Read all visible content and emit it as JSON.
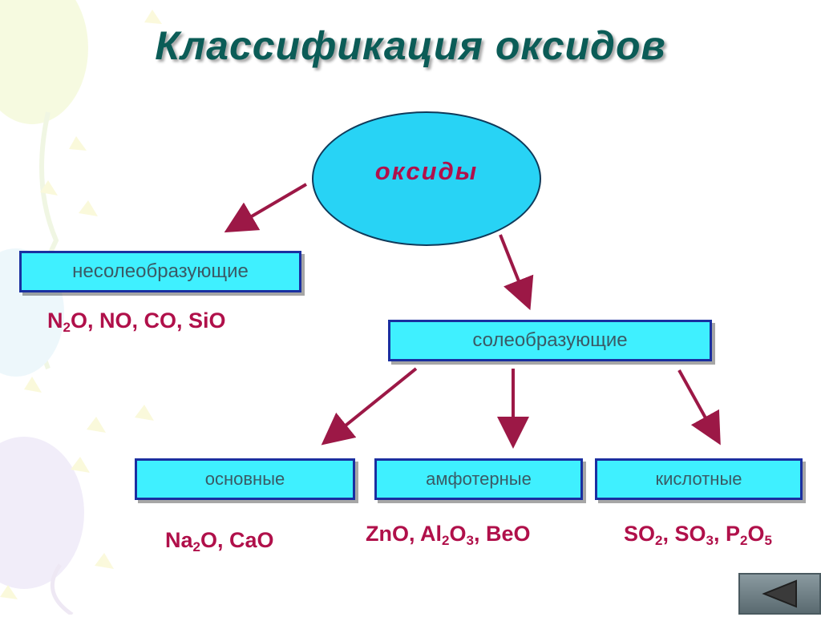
{
  "title": "Классификация оксидов",
  "root": {
    "label": "оксиды"
  },
  "left_branch": {
    "label": "несолеобразующие",
    "formula": [
      "N",
      "2",
      "O, NO, CO, SiO"
    ]
  },
  "right_branch": {
    "label": "солеобразующие"
  },
  "children": [
    {
      "label": "основные",
      "formula": [
        "Na",
        "2",
        "O, CaO"
      ]
    },
    {
      "label": "амфотерные",
      "formula": [
        "ZnO, Al",
        "2",
        "O",
        "3",
        ", BeO"
      ]
    },
    {
      "label": "кислотные",
      "formula": [
        "SO",
        "2",
        ", SO",
        "3",
        ", P",
        "2",
        "O",
        "5"
      ]
    }
  ],
  "colors": {
    "title": "#0b5c57",
    "ellipse_fill": "#28d3f5",
    "box_fill": "#3ff0ff",
    "box_border": "#1a2fa0",
    "accent_text": "#b0104a",
    "arrow": "#9c1846"
  },
  "icons": {
    "nav": "back-arrow-icon"
  }
}
